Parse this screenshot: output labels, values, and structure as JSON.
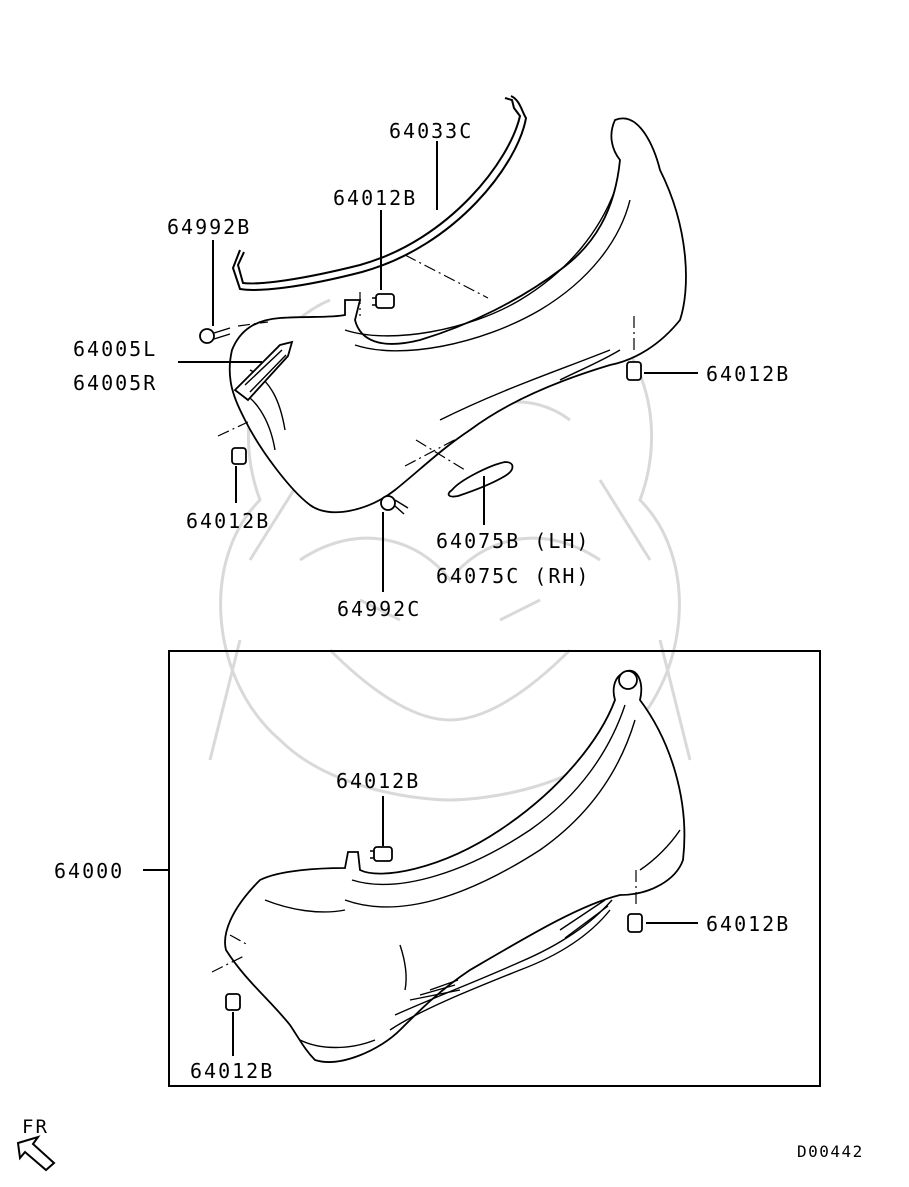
{
  "labels": {
    "p64033c": "64033C",
    "p64012b_top": "64012B",
    "p64992b": "64992B",
    "p64005l": "64005L",
    "p64005r": "64005R",
    "p64012b_right_upper": "64012B",
    "p64012b_left_upper": "64012B",
    "p64075b": "64075B (LH)",
    "p64075c": "64075C (RH)",
    "p64992c": "64992C",
    "p64012b_box_top": "64012B",
    "p64000": "64000",
    "p64012b_box_right": "64012B",
    "p64012b_box_bottom": "64012B"
  },
  "orientation": {
    "label": "FR",
    "icon": "front-direction-arrow-icon"
  },
  "diagram_code": "D00442",
  "colors": {
    "line": "#000000",
    "background": "#ffffff",
    "watermark": "#d9d9d9"
  }
}
